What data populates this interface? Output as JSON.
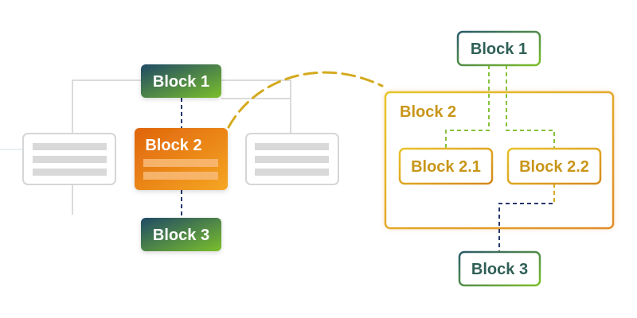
{
  "left": {
    "top_label": "Block 1",
    "center_label": "Block 2",
    "bottom_label": "Block 3"
  },
  "right": {
    "top_label": "Block 1",
    "group_label": "Block 2",
    "child_left_label": "Block 2.1",
    "child_right_label": "Block 2.2",
    "bottom_label": "Block 3"
  },
  "colors": {
    "green_dark": "#215a63",
    "green_light": "#76b82a",
    "orange_dark": "#e0710e",
    "orange_light": "#f39c12",
    "gold": "#d4aa1e",
    "text_teal": "#2f5f56",
    "text_gold": "#c9961a",
    "gray_line": "#cfcfcf",
    "gray_bar": "#d9d9d9",
    "navy": "#25386b"
  }
}
